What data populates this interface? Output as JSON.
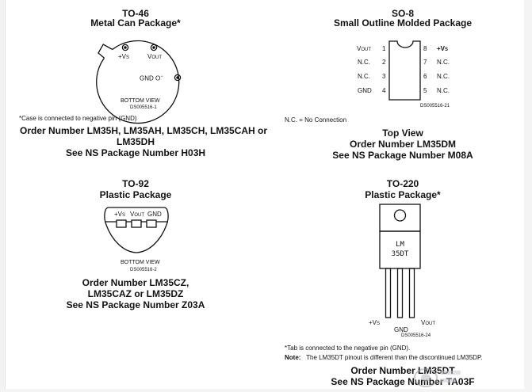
{
  "to46": {
    "title": "TO-46",
    "subtitle": "Metal Can Package*",
    "pin_vs": "+V",
    "pin_vs_sub": "S",
    "pin_vout": "V",
    "pin_vout_sub": "OUT",
    "pin_gnd": "GND",
    "view": "BOTTOM VIEW",
    "ds": "DS005516-1",
    "note": "*Case is connected to negative pin (GND)",
    "order_line1": "Order Number LM35H, LM35AH, LM35CH, LM35CAH or",
    "order_line2": "LM35DH",
    "ns_pkg": "See NS Package Number H03H"
  },
  "so8": {
    "title": "SO-8",
    "subtitle": "Small Outline Molded Package",
    "left_pins": [
      {
        "label": "V",
        "sub": "OUT",
        "num": "1"
      },
      {
        "label": "N.C.",
        "sub": "",
        "num": "2"
      },
      {
        "label": "N.C.",
        "sub": "",
        "num": "3"
      },
      {
        "label": "GND",
        "sub": "",
        "num": "4"
      }
    ],
    "right_pins": [
      {
        "num": "8",
        "label": "+V",
        "sub": "S"
      },
      {
        "num": "7",
        "label": "N.C.",
        "sub": ""
      },
      {
        "num": "6",
        "label": "N.C.",
        "sub": ""
      },
      {
        "num": "5",
        "label": "N.C.",
        "sub": ""
      }
    ],
    "ds": "DS005516-21",
    "nc_note": "N.C. = No Connection",
    "top_view": "Top View",
    "order": "Order Number LM35DM",
    "ns_pkg": "See NS Package Number M08A"
  },
  "to92": {
    "title": "TO-92",
    "subtitle": "Plastic Package",
    "pin_vs": "+V",
    "pin_vs_sub": "S",
    "pin_vout": "V",
    "pin_vout_sub": "OUT",
    "pin_gnd": "GND",
    "view": "BOTTOM VIEW",
    "ds": "DS005516-2",
    "order_line1": "Order Number LM35CZ,",
    "order_line2": "LM35CAZ or LM35DZ",
    "ns_pkg": "See NS Package Number Z03A"
  },
  "to220": {
    "title": "TO-220",
    "subtitle": "Plastic Package*",
    "body_line1": "LM",
    "body_line2": "35DT",
    "pin_vs": "+V",
    "pin_vs_sub": "S",
    "pin_gnd": "GND",
    "pin_vout": "V",
    "pin_vout_sub": "OUT",
    "ds": "DS005516-24",
    "tab_note": "*Tab is connected to the negative pin (GND).",
    "note_label": "Note:",
    "note_text": "The LM35DT pinout is different than the discontinued LM35DP.",
    "order": "Order Number LM35DT",
    "ns_pkg": "See NS Package Number TA03F"
  }
}
